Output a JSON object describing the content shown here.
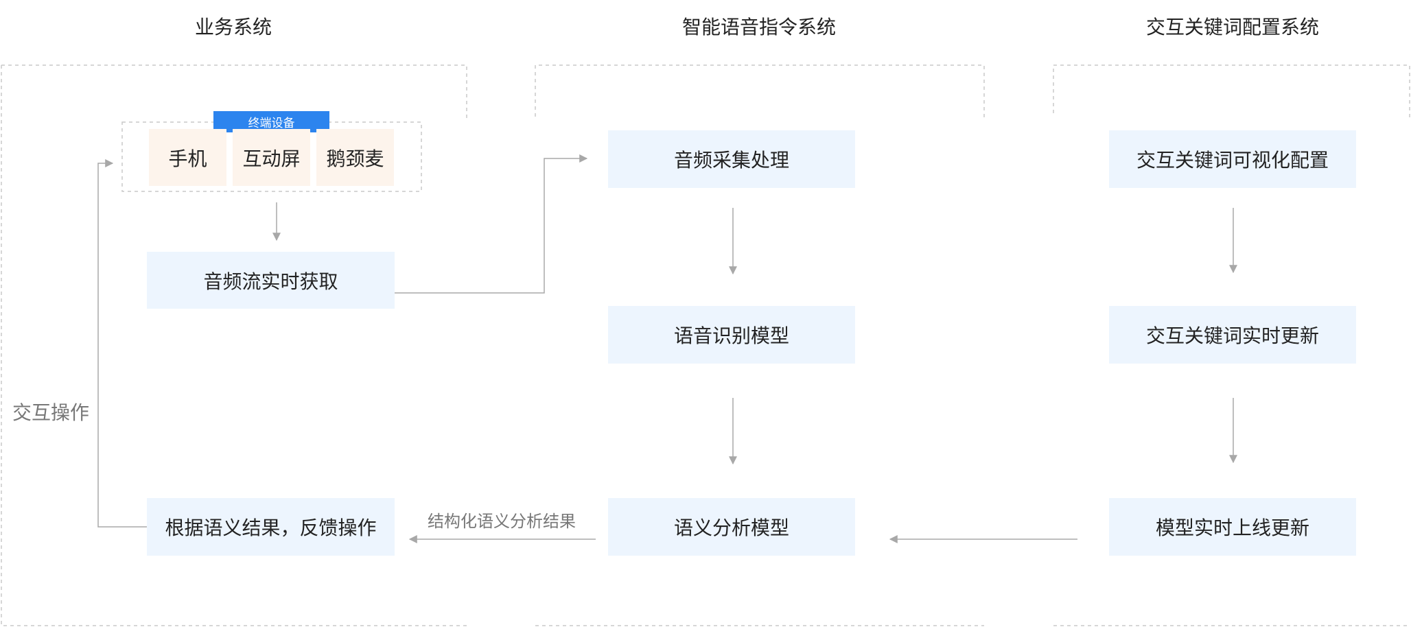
{
  "columns": {
    "business": "业务系统",
    "voice": "智能语音指令系统",
    "keyword": "交互关键词配置系统"
  },
  "business": {
    "device_group_tag": "终端设备",
    "devices": [
      "手机",
      "互动屏",
      "鹅颈麦"
    ],
    "audio_stream": "音频流实时获取",
    "feedback": "根据语义结果，反馈操作",
    "interaction_label": "交互操作"
  },
  "voice": {
    "audio_capture": "音频采集处理",
    "asr_model": "语音识别模型",
    "nlu_model": "语义分析模型",
    "result_label": "结构化语义分析结果"
  },
  "keyword": {
    "visual_config": "交互关键词可视化配置",
    "realtime_update": "交互关键词实时更新",
    "model_online": "模型实时上线更新"
  },
  "colors": {
    "box_fill": "#edf5fe",
    "device_fill": "#fdf4ec",
    "tag_fill": "#2c84ee",
    "arrow": "#a8a8a8",
    "dashed_border": "#c8c8c8"
  }
}
